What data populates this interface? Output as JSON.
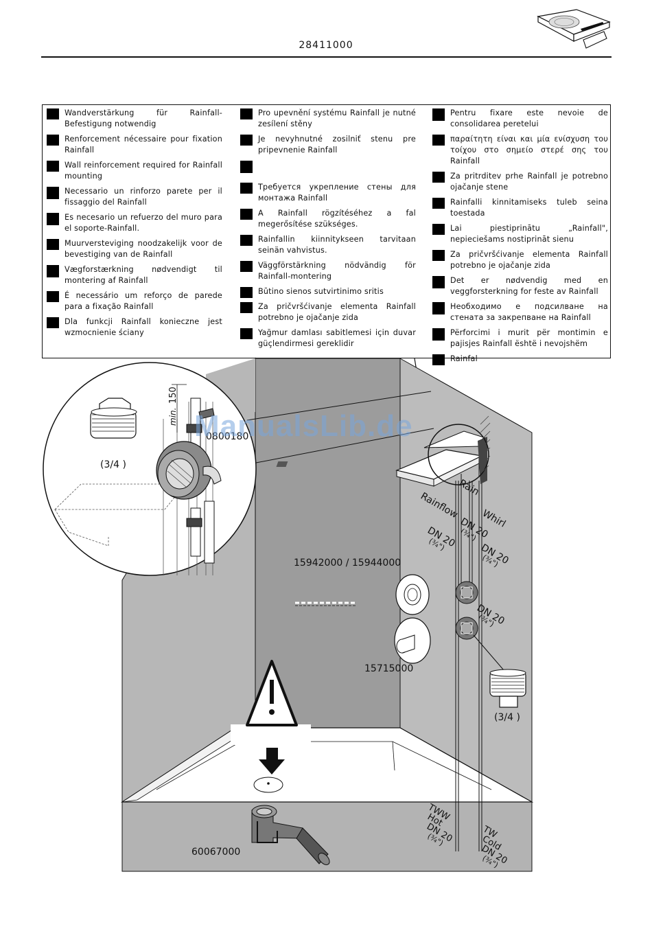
{
  "document": {
    "number": "28411000",
    "watermark": "ManualsLib.de"
  },
  "languages": {
    "col1": [
      "Wandverstärkung für Rainfall-Befestigung notwendig",
      "Renforcement nécessaire pour fixation Rainfall",
      "Wall reinforcement required for Rainfall mounting",
      "Necessario un rinforzo parete per il fissaggio del Rainfall",
      "Es necesario un refuerzo del muro para el soporte-Rainfall.",
      "Muurversteviging noodzakelijk voor de bevestiging van de Rainfall",
      "Vægforstærkning nødvendigt til montering af Rainfall",
      "É necessário um reforço de parede para a fixação Rainfall",
      "Dla funkcji Rainfall konieczne jest wzmocnienie ściany"
    ],
    "col2": [
      "Pro upevnění systému Rainfall je nutné zesílení stěny",
      "Je nevyhnutné zosilniť stenu pre pripevnenie Rainfall",
      "",
      "Требуется укрепление стены для монтажа Rainfall",
      "A Rainfall rögzítéséhez a fal megerősítése szükséges.",
      "Rainfallin kiinnitykseen tarvitaan seinän vahvistus.",
      "Väggförstärkning nödvändig för Rainfall-montering",
      "Būtino sienos sutvirtinimo sritis",
      "Za pričvršćivanje elementa Rainfall potrebno je ojačanje zida",
      "Yağmur damlası sabitlemesi için duvar güçlendirmesi gereklidir"
    ],
    "col3": [
      "Pentru fixare este nevoie de consolidarea peretelui",
      "  παραίτητη είναι και μία ενίσχυση του τοίχου στο σημείο στερέ  σης του Rainfall",
      "Za pritrditev prhe Rainfall je potrebno ojačanje stene",
      "Rainfalli kinnitamiseks tuleb seina toestada",
      "Lai piestiprinātu „Rainfall\", nepieciešams nostiprināt sienu",
      "Za pričvršćivanje elementa Rainfall potrebno je ojačanje zida",
      "Det er nødvendig med en veggforsterkning for feste av Rainfall",
      "Необходимо е подсилване на стената за закрепване на Rainfall",
      "Përforcimi i murit për montimin e pajisjes Rainfall është i nevojshëm",
      "Rainfal"
    ]
  },
  "diagram": {
    "detail_dimension": "150",
    "detail_dimension_min": "min.",
    "detail_part": "0800180",
    "fitting_size_left": "(3/4 )",
    "fitting_size_right": "(3/4 )",
    "outlet_rainflow": "Rainflow",
    "outlet_rain": "Rain",
    "outlet_whirl": "Whirl",
    "dn_rainflow": "DN 20",
    "dn_rainflow_size": "(¾\")",
    "dn_rain": "DN 20",
    "dn_rain_size": "(¾\")",
    "dn_whirl": "DN 20",
    "dn_whirl_size": "(¾\")",
    "dn_valve": "DN 20",
    "dn_valve_size": "(¾\")",
    "part_valves": "15942000 / 15944000",
    "part_thermostat": "15715000",
    "part_drain": "60067000",
    "supply_hot_code": "TWW",
    "supply_hot_label": "Hot",
    "supply_hot_dn": "DN 20",
    "supply_hot_size": "(¾\")",
    "supply_cold_code": "TW",
    "supply_cold_label": "Cold",
    "supply_cold_dn": "DN 20",
    "supply_cold_size": "(¾\")"
  },
  "colors": {
    "wall_left": "#b7b7b7",
    "wall_back": "#9c9c9c",
    "wall_right": "#bcbcbc",
    "floor_band": "#b3b3b3",
    "tray": "#ffffff",
    "line": "#111111"
  }
}
